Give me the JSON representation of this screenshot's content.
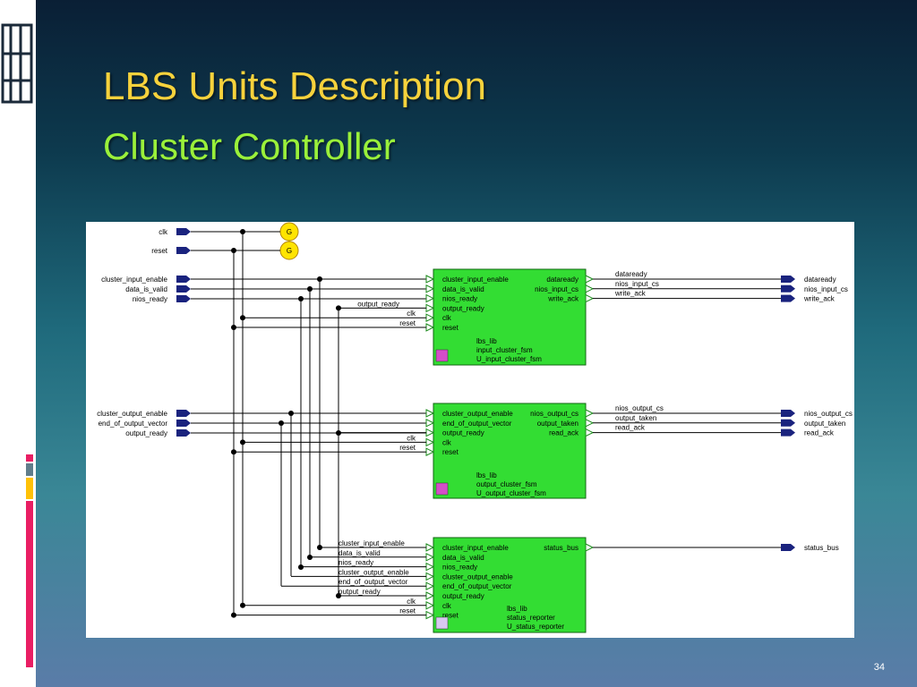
{
  "slide": {
    "title": "LBS Units Description",
    "subtitle": "Cluster Controller",
    "page_number": "34",
    "colors": {
      "title": "#f7d23c",
      "subtitle": "#9af03a",
      "module_fill": "#33dd33",
      "port_fill": "#1a237e",
      "clock_fill": "#ffe400",
      "left_bars": [
        "#e91e63",
        "#607d8b",
        "#ffc107",
        "#e91e63"
      ]
    }
  },
  "diagram": {
    "clock_generators": [
      "G",
      "G"
    ],
    "input_ports": {
      "clk": "clk",
      "reset": "reset",
      "cluster_input_enable": "cluster_input_enable",
      "data_is_valid": "data_is_valid",
      "nios_ready": "nios_ready",
      "cluster_output_enable": "cluster_output_enable",
      "end_of_output_vector": "end_of_output_vector",
      "output_ready": "output_ready"
    },
    "output_ports": {
      "dataready": "dataready",
      "nios_input_cs": "nios_input_cs",
      "write_ack": "write_ack",
      "nios_output_cs": "nios_output_cs",
      "output_taken": "output_taken",
      "read_ack": "read_ack",
      "status_bus": "status_bus"
    },
    "modules": [
      {
        "inputs": [
          "cluster_input_enable",
          "data_is_valid",
          "nios_ready",
          "output_ready",
          "clk",
          "reset"
        ],
        "outputs": [
          "dataready",
          "nios_input_cs",
          "write_ack"
        ],
        "library": "lbs_lib",
        "entity": "input_cluster_fsm",
        "instance": "U_input_cluster_fsm",
        "in_wire_labels": [
          "output_ready",
          "clk",
          "reset"
        ],
        "out_wire_labels": [
          "dataready",
          "nios_input_cs",
          "write_ack"
        ]
      },
      {
        "inputs": [
          "cluster_output_enable",
          "end_of_output_vector",
          "output_ready",
          "clk",
          "reset"
        ],
        "outputs": [
          "nios_output_cs",
          "output_taken",
          "read_ack"
        ],
        "library": "lbs_lib",
        "entity": "output_cluster_fsm",
        "instance": "U_output_cluster_fsm",
        "in_wire_labels": [
          "clk",
          "reset"
        ],
        "out_wire_labels": [
          "nios_output_cs",
          "output_taken",
          "read_ack"
        ]
      },
      {
        "inputs": [
          "cluster_input_enable",
          "data_is_valid",
          "nios_ready",
          "cluster_output_enable",
          "end_of_output_vector",
          "output_ready",
          "clk",
          "reset"
        ],
        "outputs": [
          "status_bus"
        ],
        "library": "lbs_lib",
        "entity": "status_reporter",
        "instance": "U_status_reporter",
        "in_wire_labels": [
          "cluster_input_enable",
          "data_is_valid",
          "nios_ready",
          "cluster_output_enable",
          "end_of_output_vector",
          "output_ready",
          "clk",
          "reset"
        ],
        "out_wire_labels": []
      }
    ]
  }
}
